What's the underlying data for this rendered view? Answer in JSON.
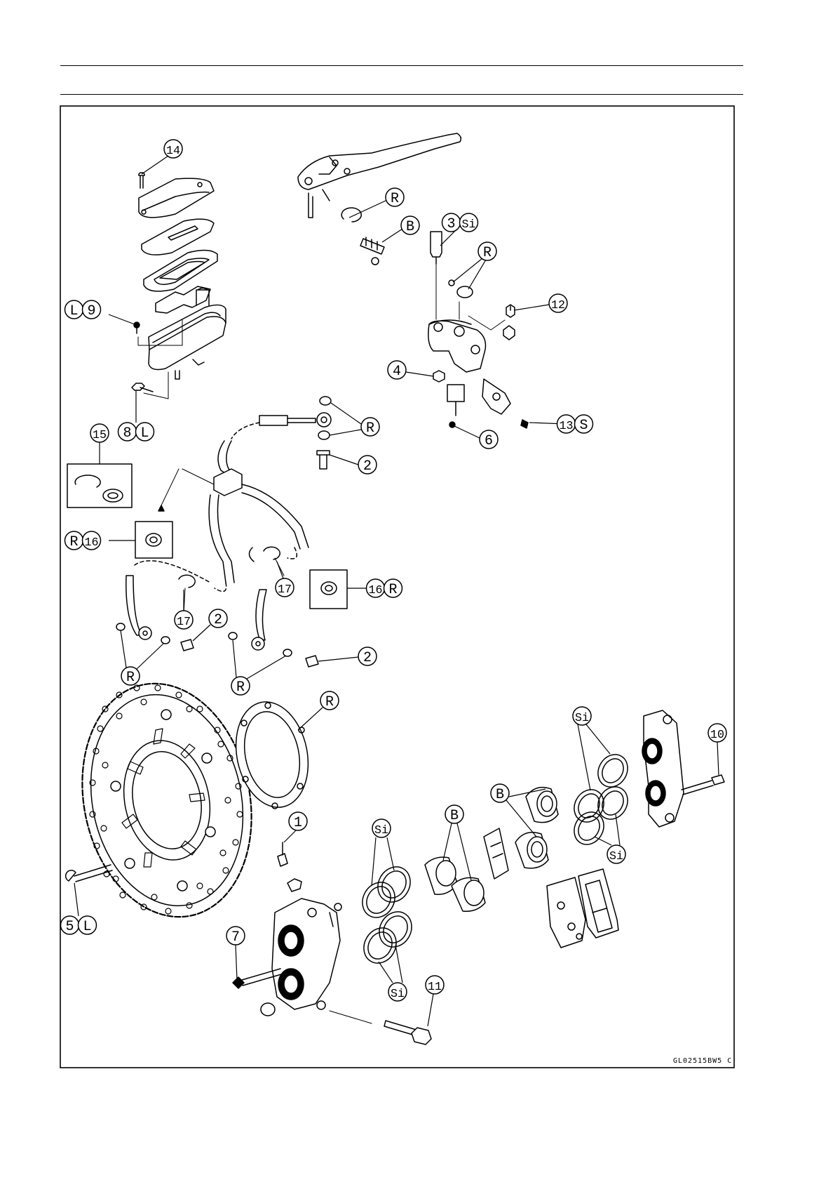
{
  "figure_code": "GL02515BW5 C",
  "callouts": [
    {
      "id": "c14",
      "labels": [
        "14"
      ]
    },
    {
      "id": "cR1",
      "labels": [
        "R"
      ]
    },
    {
      "id": "cB1",
      "labels": [
        "B"
      ]
    },
    {
      "id": "c3",
      "labels": [
        "3",
        "Si"
      ]
    },
    {
      "id": "cR2",
      "labels": [
        "R"
      ]
    },
    {
      "id": "c12",
      "labels": [
        "12"
      ]
    },
    {
      "id": "c9",
      "labels": [
        "L",
        "9"
      ]
    },
    {
      "id": "c4",
      "labels": [
        "4"
      ]
    },
    {
      "id": "c13",
      "labels": [
        "13",
        "S"
      ]
    },
    {
      "id": "c6",
      "labels": [
        "6"
      ]
    },
    {
      "id": "c8",
      "labels": [
        "8",
        "L"
      ]
    },
    {
      "id": "c15",
      "labels": [
        "15"
      ]
    },
    {
      "id": "cR3",
      "labels": [
        "R"
      ]
    },
    {
      "id": "c2a",
      "labels": [
        "2"
      ]
    },
    {
      "id": "c16a",
      "labels": [
        "R",
        "16"
      ]
    },
    {
      "id": "c17a",
      "labels": [
        "17"
      ]
    },
    {
      "id": "c16b",
      "labels": [
        "16",
        "R"
      ]
    },
    {
      "id": "c17b",
      "labels": [
        "17"
      ]
    },
    {
      "id": "c2b",
      "labels": [
        "2"
      ]
    },
    {
      "id": "c2c",
      "labels": [
        "2"
      ]
    },
    {
      "id": "cR4",
      "labels": [
        "R"
      ]
    },
    {
      "id": "cR5",
      "labels": [
        "R"
      ]
    },
    {
      "id": "cR6",
      "labels": [
        "R"
      ]
    },
    {
      "id": "cSi1",
      "labels": [
        "Si"
      ]
    },
    {
      "id": "c10",
      "labels": [
        "10"
      ]
    },
    {
      "id": "cB2",
      "labels": [
        "B"
      ]
    },
    {
      "id": "cB3",
      "labels": [
        "B"
      ]
    },
    {
      "id": "c1",
      "labels": [
        "1"
      ]
    },
    {
      "id": "cSi2",
      "labels": [
        "Si"
      ]
    },
    {
      "id": "cSi3",
      "labels": [
        "Si"
      ]
    },
    {
      "id": "cSi4",
      "labels": [
        "Si"
      ]
    },
    {
      "id": "c5",
      "labels": [
        "5",
        "L"
      ]
    },
    {
      "id": "c7",
      "labels": [
        "7"
      ]
    },
    {
      "id": "c11",
      "labels": [
        "11"
      ]
    }
  ]
}
